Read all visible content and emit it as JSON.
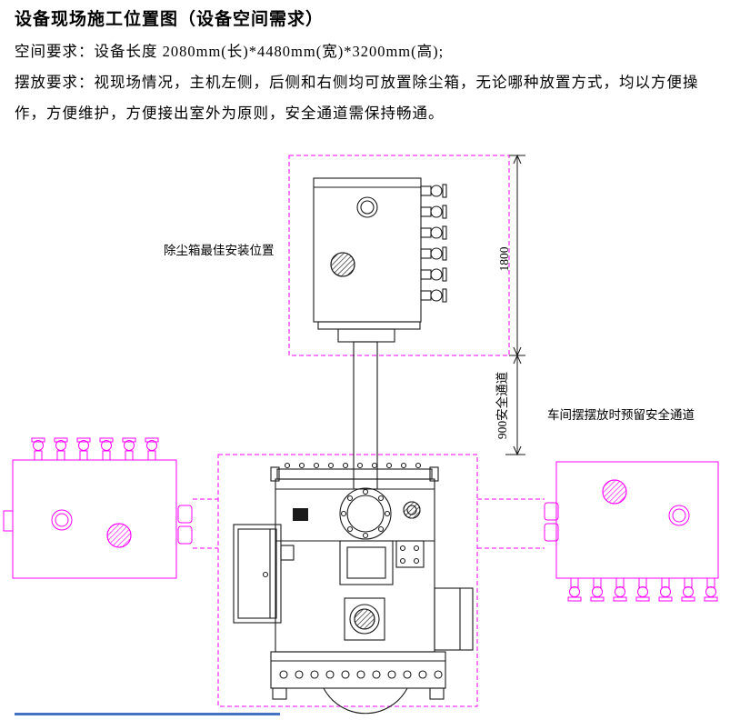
{
  "document": {
    "title": "设备现场施工位置图（设备空间需求）",
    "space_requirement": "空间要求：设备长度 2080mm(长)*4480mm(宽)*3200mm(高);",
    "placement_requirement": "摆放要求：视现场情况，主机左侧，后侧和右侧均可放置除尘箱，无论哪种放置方式，均以方便操作，方便维护，方便接出室外为原则，安全通道需保持畅通。"
  },
  "diagram": {
    "labels": {
      "best_install_position": "除尘箱最佳安装位置",
      "dim_height": "1800",
      "safety_channel": "900安全通道",
      "workshop_safety_channel": "车间摆摆放时预留安全通道"
    },
    "colors": {
      "annotation": "#ff00ff",
      "linework": "#1a1a1a",
      "footer_rule": "#4472c4"
    }
  }
}
